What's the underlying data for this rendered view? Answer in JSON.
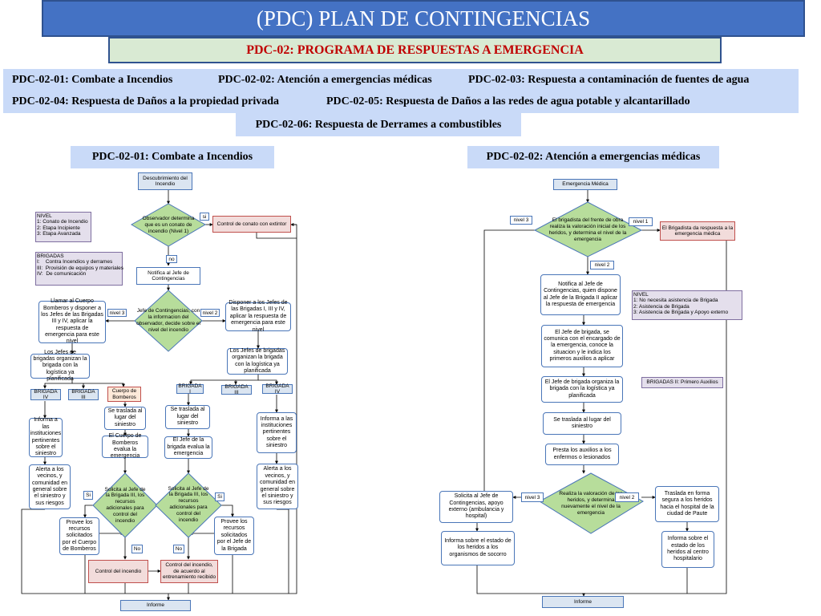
{
  "title": "(PDC)  PLAN DE CONTINGENCIAS",
  "subtitle": "PDC-02: PROGRAMA DE  RESPUESTAS A EMERGENCIA",
  "programs": [
    "PDC-02-01:  Combate a Incendios",
    "PDC-02-02:  Atención a emergencias médicas",
    "PDC-02-03:  Respuesta a contaminación de fuentes de agua",
    "PDC-02-04:  Respuesta de Daños a la propiedad privada",
    "PDC-02-05:  Respuesta de Daños a las redes de agua potable y alcantarillado",
    "PDC-02-06:  Respuesta de Derrames a combustibles"
  ],
  "fire": {
    "header": "PDC-02-01:  Combate a Incendios",
    "start": "Descubrimiento del Incendio",
    "decision1": "Observador determina que es un conato de incendio (Nivel 1)",
    "si": "si",
    "no": "no",
    "conato": "Control de conato con extintor",
    "notifica": "Notifica al Jefe de Contingencias",
    "nivel_legend": "NIVEL\n1: Conato de Incendio\n2: Etapa Incipiente\n3: Etapa Avanzada",
    "brigadas_legend": "BRIGADAS\nI:    Contra Incendios y derrames\nIII:  Provisión de equipos y materiales\nIV:  De comunicación",
    "decision2": "Jefe de Contingencias, con la informacion del observador, decide sobre el nivel del incendio",
    "nivel3": "nivel 3",
    "nivel2": "nivel 2",
    "llamar": "Llamar al Cuerpo Bomberos y disponer a los Jefes de las Brigadas III y IV,  aplicar la respuesta de emergencia para este nivel",
    "disponer": "Disponer a los Jefes de las Brigadas I, III y IV,  aplicar la respuesta de emergencia para este nivel",
    "organizan_left": "Los Jefes de brigadas organizan  la brigada con la logística ya planificada",
    "organizan_right": "Los Jefes de brigadas organizan  la brigada con la logística ya planificada",
    "brigada_iv_left": "BRIGADA IV",
    "brigada_iii_left": "BRIGADA III",
    "cuerpo_bomberos": "Cuerpo de Bomberos",
    "brigada_i": "BRIGADA I",
    "brigada_iii_right": "BRIGADA III",
    "brigada_iv_right": "BRIGADA IV",
    "traslada_left": "Se traslada al lugar del siniestro",
    "traslada_right": "Se traslada al lugar del siniestro",
    "bomberos_evalua": "El Cuerpo de Bomberos evalua la emergencia",
    "jefe_evalua": "El Jefe de la brigada evalua la emergencia",
    "informa_left": "Informa a las instituciones pertinentes sobre el siniestro",
    "informa_right": "Informa a las instituciones pertinentes sobre el siniestro",
    "alerta_left": "Alerta a los vecinos, y comunidad en general sobre el siniestro y sus riesgos",
    "alerta_right": "Alerta a los vecinos, y comunidad en general sobre el siniestro y sus riesgos",
    "solicita_left": "Solicita al Jefe de la Brigada III, los recursos adicionales para control del incendio",
    "solicita_right": "Solicita al Jefe de la Brigada III, los recursos adicionales para control del incendio",
    "si_left": "Si",
    "si_right": "Si",
    "no_left": "No",
    "no_right": "No",
    "provee_left": "Provee los recursos solicitados por el Cuerpo de Bomberos",
    "provee_right": "Provee los recursos solicitados por el Jefe de la Brigada",
    "control_left": "Control del incendio",
    "control_right": "Control del incendio, de acuerdo al entrenamiento recibido",
    "informe": "Informe"
  },
  "medical": {
    "header": "PDC-02-02:  Atención a emergencias médicas",
    "start": "Emergencia Médica",
    "decision1": "El brigadista del frente de obra realiza la valoración inicial de los heridos, y determina el nivel de la emergencia",
    "nivel3": "nivel 3",
    "nivel1": "nivel  1",
    "nivel2": "nivel  2",
    "brigadista_respuesta": "El Brigadista da respuesta a la emergencia médica",
    "notifica": "Notifica al Jefe de Contingencias, quien dispone al Jefe de la Brigada II aplicar la respuesta de emergencia",
    "nivel_legend": "NIVEL\n1: No necesita asistencia de Brigada\n2: Asistencia de Brigada\n3: Asistencia de Brigada y Apoyo externo",
    "jefe_comunica": "El Jefe de brigada, se comunica con el encargado de la emergencia, conoce la situacion y le indica los primeros auxilios a aplicar",
    "jefe_organiza": "El Jefe de brigada organiza la brigada con la logística ya planificada",
    "brigadas_ii": "BRIGADAS II: Primero Auxilios",
    "traslada": "Se traslada  al lugar del siniestro",
    "presta": "Presta los auxilios a los enfermos o lesionados",
    "decision2": "Realiza la valoración de los heridos, y determina nuevamente el nivel de la emergencia",
    "nivel3b": "nivel 3",
    "nivel2b": "nivel 2",
    "solicita": "Solicita al Jefe de Contingencias, apoyo externo (ambulancia y hospital)",
    "traslada_forma": "Traslada en forma segura a los heridos hacia el hospital de la ciudad de Paute",
    "informa_estado_left": "Informa sobre el estado de los heridos a los organismos de socorro",
    "informa_estado_right": "Informa sobre el estado de los heridos al centro hospitalario",
    "informe": "Informe"
  },
  "colors": {
    "title_bg": "#4472c4",
    "subtitle_bg": "#d9ead3",
    "subtitle_text": "#c00000",
    "panel_bg": "#c9daf8",
    "decision_fill": "#b7dd9b",
    "box_border": "#4a76b8"
  }
}
